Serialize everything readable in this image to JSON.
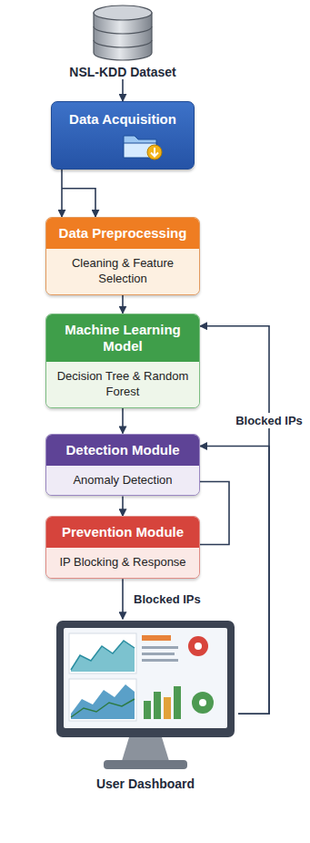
{
  "diagram": {
    "nodes": [
      {
        "text": [
          "NSL-KDD Dataset"
        ]
      },
      {
        "text": [
          "Data Acquisition"
        ]
      },
      {
        "text": [
          "Data Preprocessing",
          "Cleaning & Feature Selection"
        ]
      },
      {
        "text": [
          "Machine Learning Model",
          "Decision Tree & Random Forest"
        ]
      },
      {
        "text": [
          "Detection Module",
          "Anomaly Detection"
        ]
      },
      {
        "text": [
          "Prevention Module",
          "IP Blocking & Response"
        ]
      },
      {
        "text": [
          "User Dashboard"
        ]
      }
    ],
    "edges": [
      {
        "from": 0,
        "to": 1,
        "arrow": "to"
      },
      {
        "from": 1,
        "to": 2,
        "arrow": "to"
      },
      {
        "from": 2,
        "to": 3,
        "arrow": "to"
      },
      {
        "from": 3,
        "to": 4,
        "arrow": "to"
      },
      {
        "from": 4,
        "to": 5,
        "arrow": "to"
      },
      {
        "from": 5,
        "to": 6,
        "label": "Blocked IPs",
        "arrow": "to"
      },
      {
        "from": 6,
        "to": 3,
        "label": "Blocked IPs",
        "arrow": "to"
      },
      {
        "from": 6,
        "to": 4,
        "arrow": "to"
      },
      {
        "from": 4,
        "to": 5,
        "arrow": "none"
      }
    ]
  }
}
